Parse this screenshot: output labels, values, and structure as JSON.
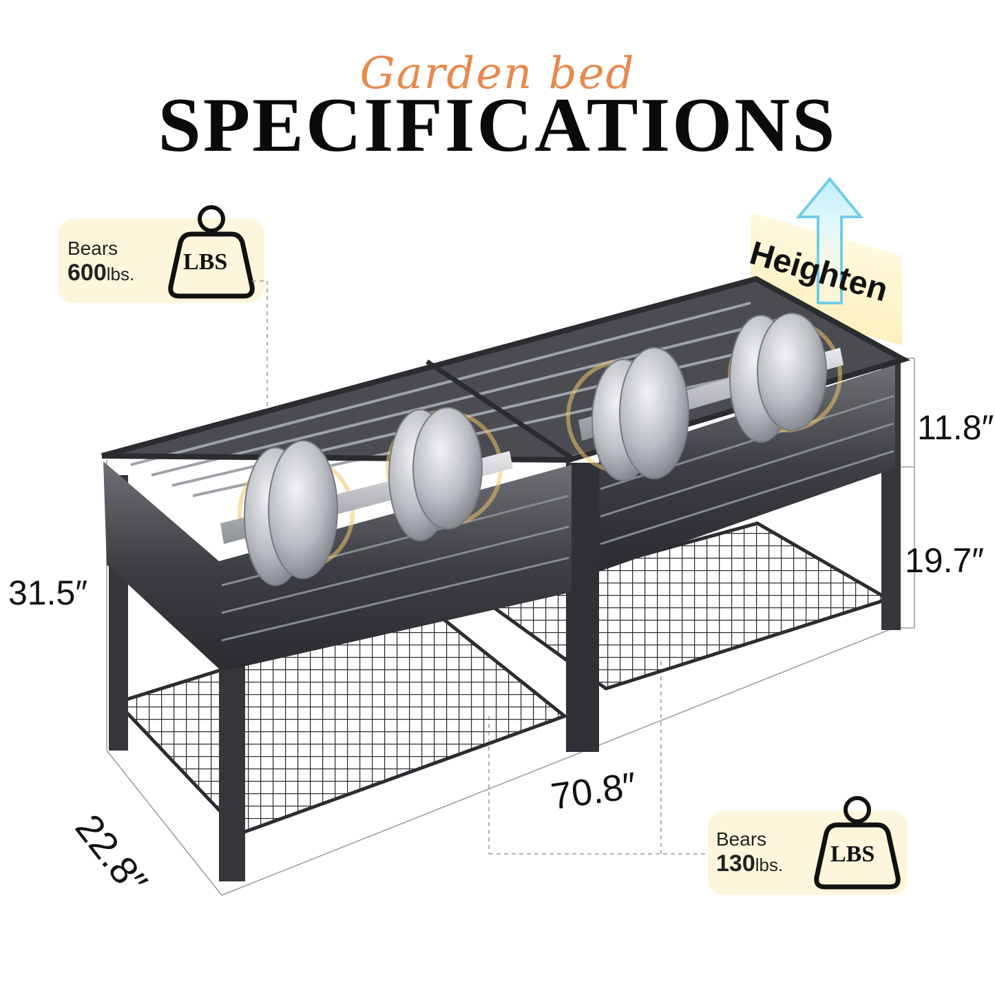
{
  "title": {
    "script": "Garden bed",
    "main": "SPECIFICATIONS"
  },
  "badges": [
    {
      "label": "Bears",
      "value": "600",
      "unit": "lbs.",
      "weight_label": "LBS"
    },
    {
      "label": "Bears",
      "value": "130",
      "unit": "lbs.",
      "weight_label": "LBS"
    }
  ],
  "heighten": "Heighten",
  "dimensions": {
    "height_total": "31.5″",
    "depth": "22.8″",
    "length": "70.8″",
    "bed_height": "11.8″",
    "leg_height": "19.7″"
  },
  "colors": {
    "accent": "#e8894e",
    "badge_bg": "#fdf6dc",
    "frame": "#3a3c40",
    "arrow": "#7fd4ee"
  }
}
